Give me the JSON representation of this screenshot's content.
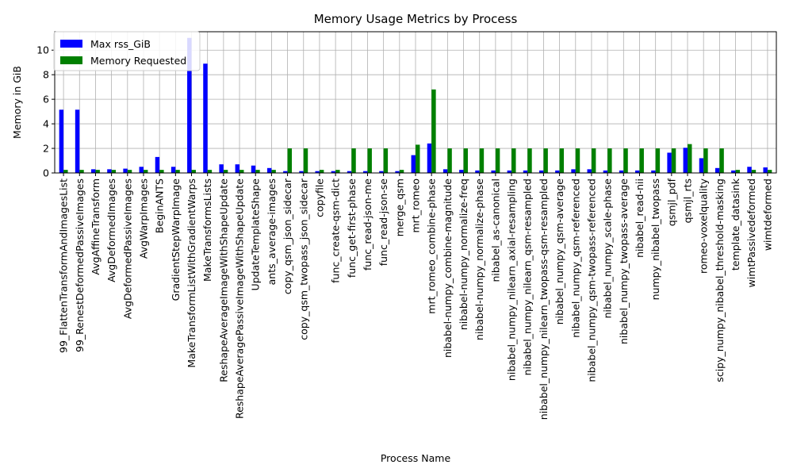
{
  "chart_data": {
    "type": "bar",
    "title": "Memory Usage Metrics by Process",
    "xlabel": "Process Name",
    "ylabel": "Memory in GiB",
    "ylim": [
      0,
      11.5
    ],
    "yticks": [
      0,
      2,
      4,
      6,
      8,
      10
    ],
    "grid": true,
    "legend_position": "top-left",
    "categories": [
      "99_FlattenTransformAndImagesList",
      "99_RenestDeformedPassiveImages",
      "AvgAffineTransform",
      "AvgDeformedImages",
      "AvgDeformedPassiveImages",
      "AvgWarpImages",
      "BeginANTS",
      "GradientStepWarpImage",
      "MakeTransformListWithGradientWarps",
      "MakeTransformsLists",
      "ReshapeAverageImageWithShapeUpdate",
      "ReshapeAveragePassiveImageWithShapeUpdate",
      "UpdateTemplateShape",
      "ants_average-images",
      "copy_qsm_json_sidecar",
      "copy_qsm_twopass_json_sidecar",
      "copyfile",
      "func_create-qsm-dict",
      "func_get-first-phase",
      "func_read-json-me",
      "func_read-json-se",
      "merge_qsm",
      "mrt_romeo",
      "mrt_romeo_combine-phase",
      "nibabel-numpy_combine-magnitude",
      "nibabel-numpy_normalize-freq",
      "nibabel-numpy_normalize-phase",
      "nibabel_as-canonical",
      "nibabel_numpy_nilearn_axial-resampling",
      "nibabel_numpy_nilearn_qsm-resampled",
      "nibabel_numpy_nilearn_twopass-qsm-resampled",
      "nibabel_numpy_qsm-average",
      "nibabel_numpy_qsm-referenced",
      "nibabel_numpy_qsm-twopass-referenced",
      "nibabel_numpy_scale-phase",
      "nibabel_numpy_twopass-average",
      "nibabel_read-nii",
      "numpy_nibabel_twopass",
      "qsmjl_pdf",
      "qsmjl_rts",
      "romeo-voxelquality",
      "scipy_numpy_nibabel_threshold-masking",
      "template_datasink",
      "wimtPassivedeformed",
      "wimtdeformed"
    ],
    "series": [
      {
        "name": "Max rss_GiB",
        "color": "#0000ff",
        "values": [
          5.15,
          5.15,
          0.3,
          0.3,
          0.35,
          0.5,
          1.3,
          0.5,
          11.0,
          8.9,
          0.7,
          0.7,
          0.6,
          0.4,
          0.15,
          0.15,
          0.15,
          0.15,
          0.15,
          0.15,
          0.15,
          0.15,
          1.45,
          2.4,
          0.3,
          0.25,
          0.2,
          0.2,
          0.2,
          0.2,
          0.2,
          0.2,
          0.3,
          0.3,
          0.2,
          0.2,
          0.2,
          0.2,
          1.65,
          2.05,
          1.2,
          0.4,
          0.2,
          0.5,
          0.45
        ]
      },
      {
        "name": "Memory Requested",
        "color": "#008000",
        "values": [
          0.25,
          0.25,
          0.25,
          0.25,
          0.25,
          0.25,
          0.25,
          0.25,
          0.25,
          0.25,
          0.25,
          0.25,
          0.25,
          0.25,
          2.0,
          2.0,
          0.25,
          0.25,
          2.0,
          2.0,
          2.0,
          0.25,
          2.3,
          6.8,
          2.0,
          2.0,
          2.0,
          2.0,
          2.0,
          2.0,
          2.0,
          2.0,
          2.0,
          2.0,
          2.0,
          2.0,
          2.0,
          2.0,
          2.0,
          2.35,
          2.0,
          2.0,
          0.25,
          0.25,
          0.25
        ]
      }
    ]
  }
}
